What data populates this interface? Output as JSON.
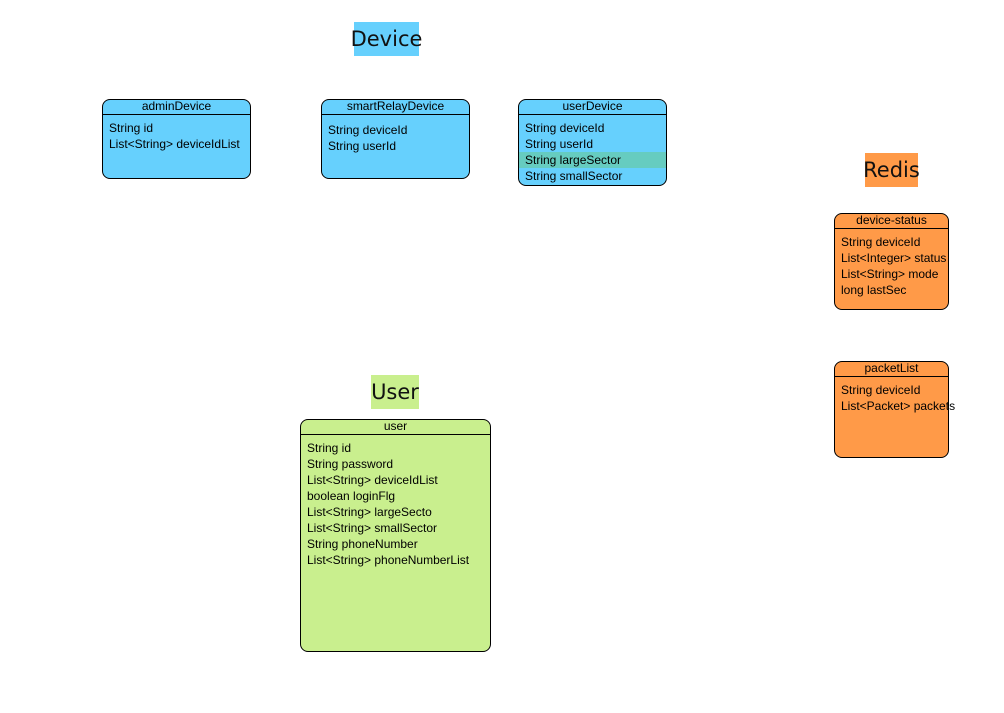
{
  "groups": {
    "device": "Device",
    "redis": "Redis",
    "user": "User"
  },
  "entities": {
    "adminDevice": {
      "title": "adminDevice",
      "fields": [
        "String id",
        "List<String> deviceIdList"
      ]
    },
    "smartRelayDevice": {
      "title": "smartRelayDevice",
      "fields": [
        "String deviceId",
        "String userId"
      ]
    },
    "userDevice": {
      "title": "userDevice",
      "fields": [
        "String deviceId",
        "String userId",
        "String largeSector",
        "String smallSector"
      ]
    },
    "deviceStatus": {
      "title": "device-status",
      "fields": [
        "String deviceId",
        "List<Integer> status",
        "List<String> mode",
        "long lastSec"
      ]
    },
    "packetList": {
      "title": "packetList",
      "fields": [
        "String deviceId",
        "List<Packet> packets"
      ]
    },
    "user": {
      "title": "user",
      "fields": [
        "String id",
        "String password",
        "List<String> deviceIdList",
        "boolean loginFlg",
        "List<String> largeSecto",
        "List<String> smallSector",
        "String phoneNumber",
        "List<String> phoneNumberList"
      ]
    }
  },
  "colors": {
    "device": "#66d0fd",
    "redis": "#ff9a48",
    "user": "#c9ef8e",
    "highlight": "#66ccc0"
  }
}
